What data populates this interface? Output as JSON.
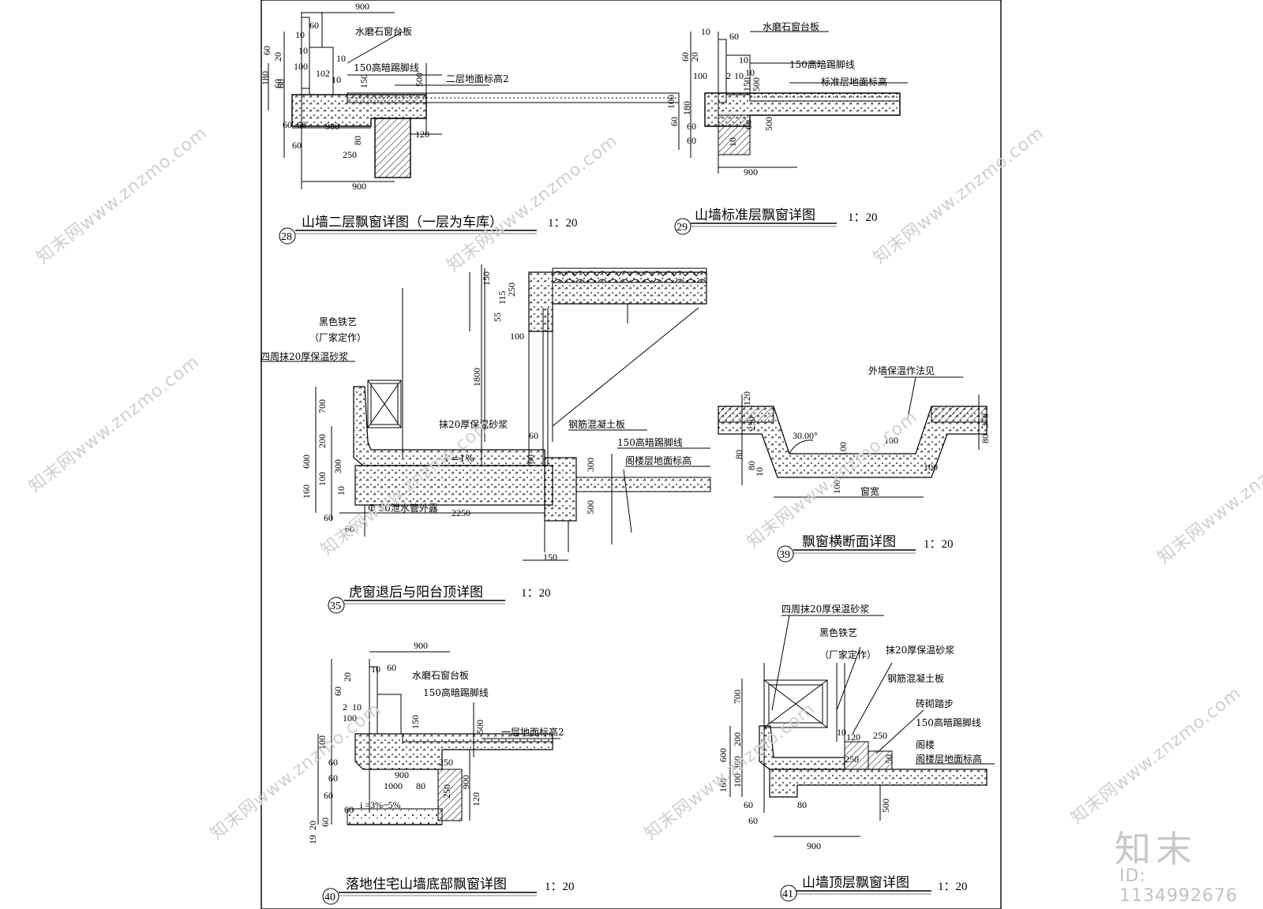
{
  "sheet": {
    "details": [
      {
        "no": "28",
        "title": "山墙二层飘窗详图（一层为车库）",
        "scale": "1：20",
        "notes": [
          "水磨石窗台板",
          "150高暗踢脚线",
          "二层地面标高2"
        ],
        "dims": [
          "900",
          "10",
          "60",
          "20",
          "10",
          "60",
          "10",
          "100",
          "60",
          "180",
          "60",
          "10",
          "2",
          "10",
          "150",
          "500",
          "60",
          "60",
          "900",
          "80",
          "120",
          "60",
          "250",
          "900"
        ]
      },
      {
        "no": "29",
        "title": "山墙标准层飘窗详图",
        "scale": "1：20",
        "notes": [
          "水磨石窗台板",
          "150高暗踢脚线",
          "标准层地面标高"
        ],
        "dims": [
          "10",
          "60",
          "20",
          "60",
          "10",
          "100",
          "2",
          "10",
          "150",
          "500",
          "10",
          "100",
          "180",
          "60",
          "60",
          "60",
          "500",
          "60",
          "10",
          "900"
        ]
      },
      {
        "no": "35",
        "title": "虎窗退后与阳台顶详图",
        "scale": "1：20",
        "notes": [
          "黑色铁艺",
          "（厂家定作）",
          "四周抹20厚保温砂浆",
          "抹20厚保温砂浆",
          "钢筋混凝土板",
          "150高暗踢脚线",
          "阁楼层地面标高",
          "i =1%",
          "Φ 50泄水管外露"
        ],
        "dims": [
          "150",
          "250",
          "115",
          "55",
          "100",
          "1800",
          "700",
          "200",
          "600",
          "300",
          "100",
          "160",
          "10",
          "60",
          "60",
          "60",
          "60",
          "300",
          "500",
          "2250",
          "150"
        ]
      },
      {
        "no": "39",
        "title": "飘窗横断面详图",
        "scale": "1：20",
        "notes": [
          "外墙保温作法见",
          "30.00°",
          "窗宽"
        ],
        "dims": [
          "120",
          "250",
          "80",
          "80",
          "10",
          "100",
          "100",
          "100",
          "80",
          "370",
          "100"
        ]
      },
      {
        "no": "40",
        "title": "落地住宅山墙底部飘窗详图",
        "scale": "1：20",
        "notes": [
          "水磨石窗台板",
          "150高暗踢脚线",
          "一层地面标高2",
          "i =3%~5%"
        ],
        "dims": [
          "900",
          "10",
          "60",
          "60",
          "20",
          "2",
          "10",
          "100",
          "150",
          "500",
          "100",
          "60",
          "60",
          "60",
          "900",
          "1000",
          "80",
          "250",
          "900",
          "120",
          "60",
          "19",
          "20",
          "250",
          "60"
        ]
      },
      {
        "no": "41",
        "title": "山墙顶层飘窗详图",
        "scale": "1：20",
        "notes": [
          "四周抹20厚保温砂浆",
          "黑色铁艺",
          "抹20厚保温砂浆",
          "（厂家定作）",
          "钢筋混凝土板",
          "砖砌踏步",
          "150高暗踢脚线",
          "阁楼",
          "阁楼层地面标高"
        ],
        "dims": [
          "700",
          "200",
          "600",
          "300",
          "100",
          "160",
          "60",
          "10",
          "120",
          "250",
          "250",
          "50",
          "80",
          "500",
          "60",
          "900"
        ]
      }
    ]
  },
  "watermark": {
    "text": "知末网www.znzmo.com",
    "brand": "知末",
    "id": "ID: 1134992676"
  }
}
